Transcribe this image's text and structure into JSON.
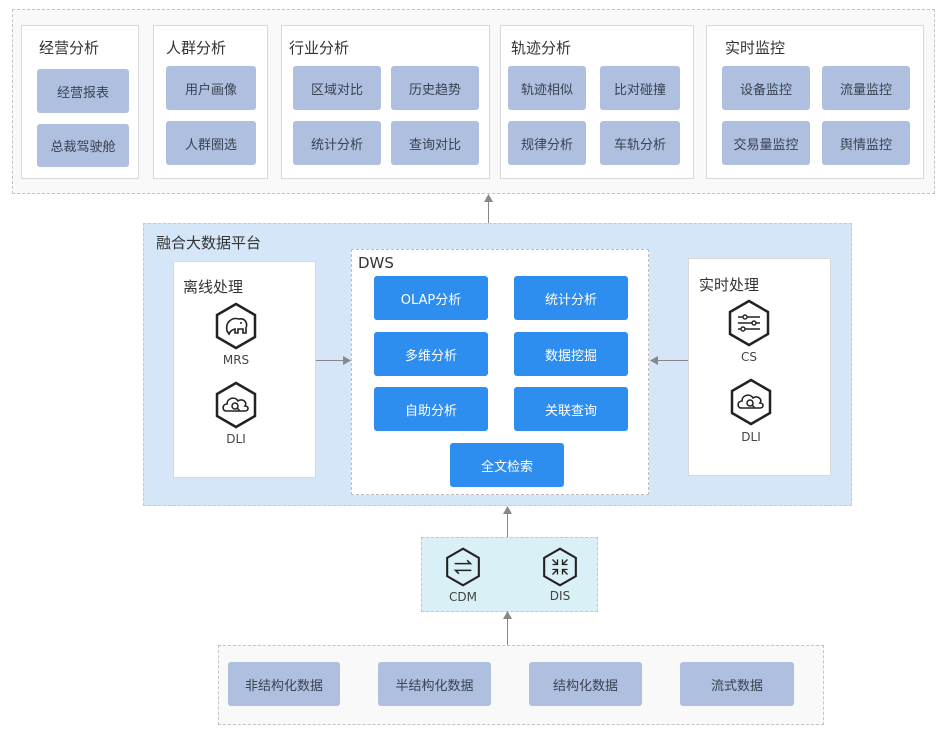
{
  "top": {
    "groups": [
      {
        "title": "经营分析",
        "items": [
          "经营报表",
          "总裁驾驶舱"
        ]
      },
      {
        "title": "人群分析",
        "items": [
          "用户画像",
          "人群圈选"
        ]
      },
      {
        "title": "行业分析",
        "items": [
          "区域对比",
          "历史趋势",
          "统计分析",
          "查询对比"
        ]
      },
      {
        "title": "轨迹分析",
        "items": [
          "轨迹相似",
          "比对碰撞",
          "规律分析",
          "车轨分析"
        ]
      },
      {
        "title": "实时监控",
        "items": [
          "设备监控",
          "流量监控",
          "交易量监控",
          "舆情监控"
        ]
      }
    ]
  },
  "platform": {
    "title": "融合大数据平台",
    "offline": {
      "title": "离线处理",
      "services": [
        "MRS",
        "DLI"
      ]
    },
    "dws": {
      "title": "DWS",
      "items": [
        "OLAP分析",
        "统计分析",
        "多维分析",
        "数据挖掘",
        "自助分析",
        "关联查询",
        "全文检索"
      ]
    },
    "realtime": {
      "title": "实时处理",
      "services": [
        "CS",
        "DLI"
      ]
    }
  },
  "ingest": {
    "services": [
      "CDM",
      "DIS"
    ]
  },
  "sources": {
    "items": [
      "非结构化数据",
      "半结构化数据",
      "结构化数据",
      "流式数据"
    ]
  },
  "colors": {
    "chip": "#aebfe0",
    "blue_button": "#2d8ef0",
    "platform_bg": "#d5e6f8",
    "ingest_bg": "#d8f0f6"
  }
}
